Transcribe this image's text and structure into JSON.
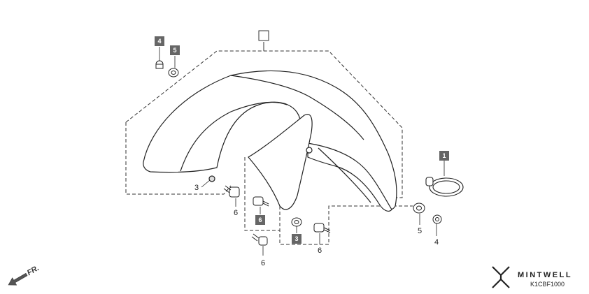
{
  "diagram": {
    "assembly_box_label": "",
    "callouts": {
      "c4_top": "4",
      "c5_top": "5",
      "c3_left": "3",
      "c6_a": "6",
      "c6_box": "6",
      "c6_b": "6",
      "c3_box": "3",
      "c6_c": "6",
      "c1_box": "1",
      "c5_right": "5",
      "c4_right": "4"
    },
    "direction_marker": "FR.",
    "brand_name": "MINTWELL",
    "diagram_code": "K1CBF1000"
  },
  "colors": {
    "line": "#222222",
    "callout_box": "#666666",
    "part_fill": "#ffffff"
  },
  "icons": [
    "front-direction-arrow-icon",
    "mintwell-logo-icon"
  ]
}
